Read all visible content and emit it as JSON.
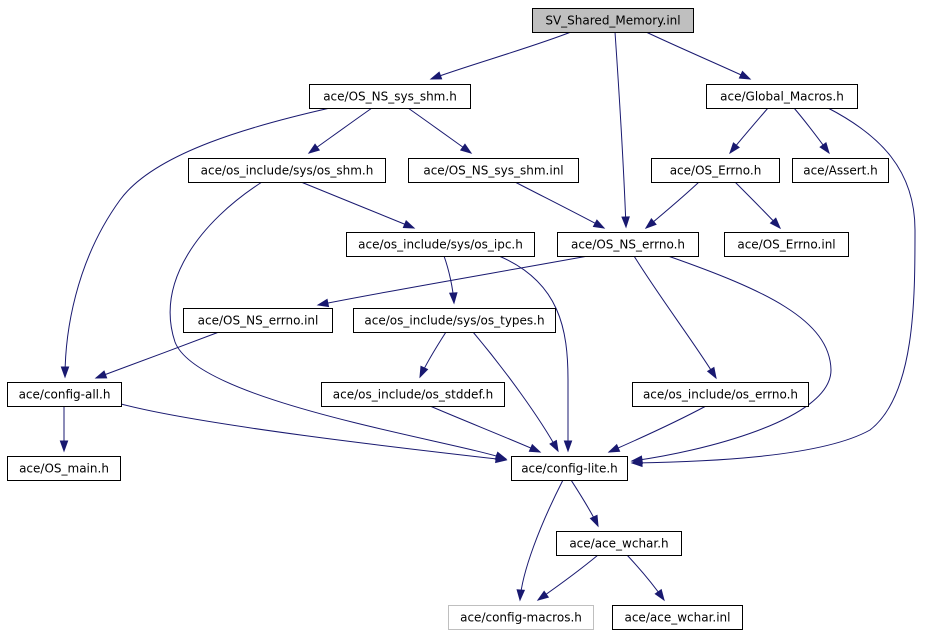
{
  "nodes": [
    {
      "id": "sv_shared_memory_inl",
      "label": "SV_Shared_Memory.inl",
      "style": "root"
    },
    {
      "id": "os_ns_sys_shm_h",
      "label": "ace/OS_NS_sys_shm.h"
    },
    {
      "id": "global_macros_h",
      "label": "ace/Global_Macros.h"
    },
    {
      "id": "os_include_sys_os_shm_h",
      "label": "ace/os_include/sys/os_shm.h"
    },
    {
      "id": "os_ns_sys_shm_inl",
      "label": "ace/OS_NS_sys_shm.inl"
    },
    {
      "id": "os_errno_h",
      "label": "ace/OS_Errno.h"
    },
    {
      "id": "assert_h",
      "label": "ace/Assert.h"
    },
    {
      "id": "os_include_sys_os_ipc_h",
      "label": "ace/os_include/sys/os_ipc.h"
    },
    {
      "id": "os_ns_errno_h",
      "label": "ace/OS_NS_errno.h"
    },
    {
      "id": "os_errno_inl",
      "label": "ace/OS_Errno.inl"
    },
    {
      "id": "os_ns_errno_inl",
      "label": "ace/OS_NS_errno.inl"
    },
    {
      "id": "os_include_sys_os_types_h",
      "label": "ace/os_include/sys/os_types.h"
    },
    {
      "id": "config_all_h",
      "label": "ace/config-all.h"
    },
    {
      "id": "os_include_os_stddef_h",
      "label": "ace/os_include/os_stddef.h"
    },
    {
      "id": "os_include_os_errno_h",
      "label": "ace/os_include/os_errno.h"
    },
    {
      "id": "os_main_h",
      "label": "ace/OS_main.h"
    },
    {
      "id": "config_lite_h",
      "label": "ace/config-lite.h"
    },
    {
      "id": "ace_wchar_h",
      "label": "ace/ace_wchar.h"
    },
    {
      "id": "config_macros_h",
      "label": "ace/config-macros.h",
      "style": "muted"
    },
    {
      "id": "ace_wchar_inl",
      "label": "ace/ace_wchar.inl"
    }
  ],
  "edges": [
    {
      "from": "sv_shared_memory_inl",
      "to": "os_ns_sys_shm_h"
    },
    {
      "from": "sv_shared_memory_inl",
      "to": "os_ns_errno_h"
    },
    {
      "from": "sv_shared_memory_inl",
      "to": "global_macros_h"
    },
    {
      "from": "os_ns_sys_shm_h",
      "to": "os_include_sys_os_shm_h"
    },
    {
      "from": "os_ns_sys_shm_h",
      "to": "os_ns_sys_shm_inl"
    },
    {
      "from": "os_ns_sys_shm_h",
      "to": "config_all_h"
    },
    {
      "from": "global_macros_h",
      "to": "os_errno_h"
    },
    {
      "from": "global_macros_h",
      "to": "assert_h"
    },
    {
      "from": "global_macros_h",
      "to": "config_lite_h"
    },
    {
      "from": "os_include_sys_os_shm_h",
      "to": "os_include_sys_os_ipc_h"
    },
    {
      "from": "os_include_sys_os_shm_h",
      "to": "config_lite_h"
    },
    {
      "from": "os_ns_sys_shm_inl",
      "to": "os_ns_errno_h"
    },
    {
      "from": "os_errno_h",
      "to": "os_ns_errno_h"
    },
    {
      "from": "os_errno_h",
      "to": "os_errno_inl"
    },
    {
      "from": "os_include_sys_os_ipc_h",
      "to": "os_include_sys_os_types_h"
    },
    {
      "from": "os_include_sys_os_ipc_h",
      "to": "config_lite_h"
    },
    {
      "from": "os_ns_errno_h",
      "to": "os_ns_errno_inl"
    },
    {
      "from": "os_ns_errno_h",
      "to": "os_include_os_errno_h"
    },
    {
      "from": "os_ns_errno_h",
      "to": "config_lite_h"
    },
    {
      "from": "os_ns_errno_inl",
      "to": "config_all_h"
    },
    {
      "from": "os_include_sys_os_types_h",
      "to": "os_include_os_stddef_h"
    },
    {
      "from": "os_include_sys_os_types_h",
      "to": "config_lite_h"
    },
    {
      "from": "config_all_h",
      "to": "os_main_h"
    },
    {
      "from": "config_all_h",
      "to": "config_lite_h"
    },
    {
      "from": "os_include_os_stddef_h",
      "to": "config_lite_h"
    },
    {
      "from": "os_include_os_errno_h",
      "to": "config_lite_h"
    },
    {
      "from": "config_lite_h",
      "to": "ace_wchar_h"
    },
    {
      "from": "config_lite_h",
      "to": "config_macros_h"
    },
    {
      "from": "ace_wchar_h",
      "to": "config_macros_h"
    },
    {
      "from": "ace_wchar_h",
      "to": "ace_wchar_inl"
    }
  ],
  "colors": {
    "edge": "#191970",
    "node_border": "#000000",
    "node_fill": "#ffffff",
    "root_fill": "#bfbfbf",
    "muted_border": "#bfbfbf",
    "text": "#000000"
  }
}
